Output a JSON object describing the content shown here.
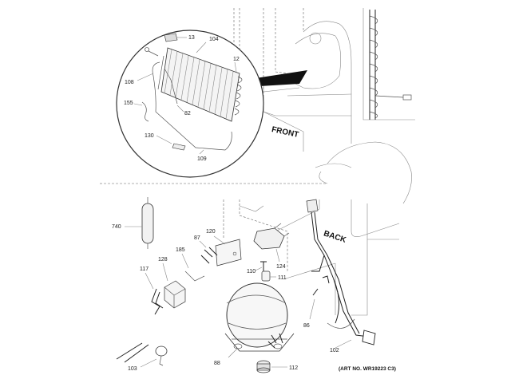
{
  "callouts": {
    "c13": "13",
    "c104": "104",
    "c12": "12",
    "c108": "108",
    "c155": "155",
    "c82": "82",
    "c130": "130",
    "c109": "109",
    "c740": "740",
    "c87": "87",
    "c120": "120",
    "c185": "185",
    "c128": "128",
    "c117": "117",
    "c124": "124",
    "c110": "110",
    "c111": "111",
    "c86": "86",
    "c102": "102",
    "c103": "103",
    "c88": "88",
    "c112": "112"
  },
  "labels": {
    "front": "FRONT",
    "back": "BACK",
    "art_no": "(ART NO. WR19223 C3)"
  }
}
